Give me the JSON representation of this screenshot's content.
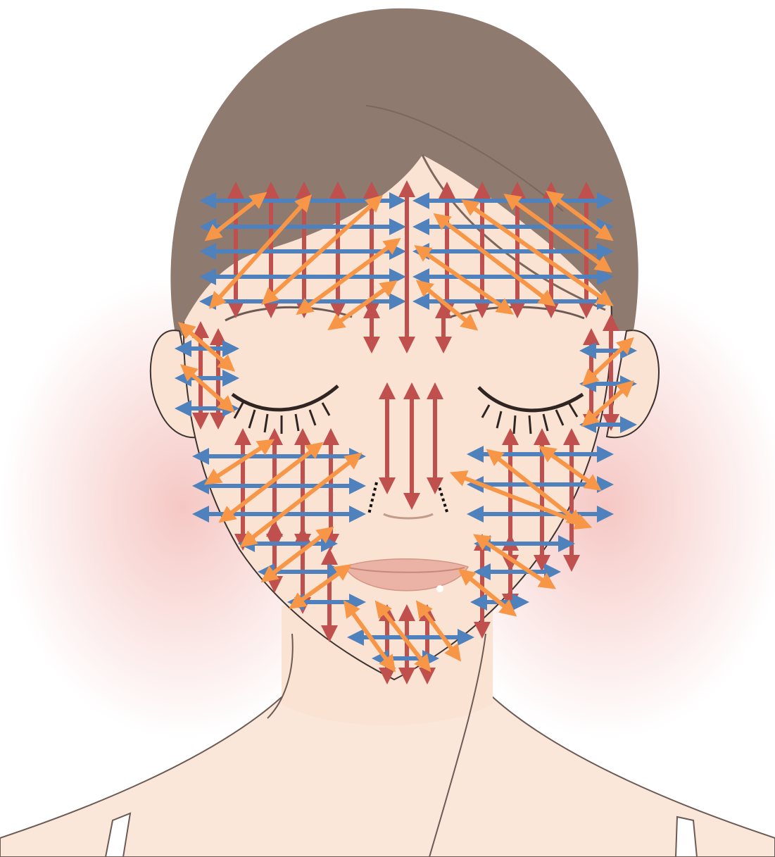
{
  "colors": {
    "background": "#ffffff",
    "blush": "#f2b5b0",
    "skin": "#fbe3d3",
    "skin_shadow": "#f3cdb8",
    "hair": "#8f7a70",
    "hair_dark": "#7c675d",
    "outline": "#3c3230",
    "lips": "#e8a79a",
    "lashes": "#2f2624",
    "arrow_red": "#c0504d",
    "arrow_blue": "#4f81bd",
    "arrow_orange": "#f79646",
    "dotted_line": "#111111"
  },
  "diagram": {
    "subject": "face-with-closed-eyes",
    "zones": [
      "forehead-left",
      "forehead-right",
      "temple-left",
      "temple-right",
      "nose",
      "cheek-left",
      "cheek-right",
      "chin"
    ],
    "arrow_kinds": [
      "vertical-double-arrow",
      "horizontal-double-arrow",
      "diagonal-double-arrow"
    ]
  }
}
